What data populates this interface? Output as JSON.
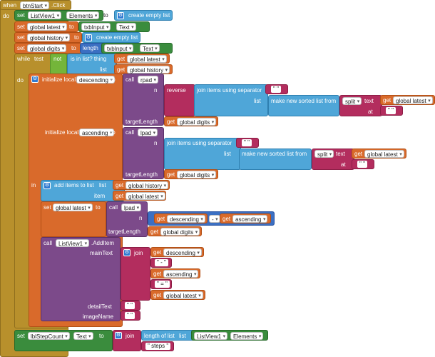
{
  "event": {
    "when": "when",
    "component": "btnStart",
    "event": ".Click",
    "do": "do"
  },
  "words": {
    "set": "set",
    "to": "to",
    "get": "get",
    "call": "call",
    "while": "while",
    "test": "test",
    "not": "not",
    "list": "list",
    "thing": "thing",
    "in": "in",
    "item": "item",
    "n": "n",
    "at": "at",
    "targetLength": "targetLength",
    "text": "text",
    "do": "do"
  },
  "labels": {
    "create_empty_list": "create empty list",
    "elements": "Elements",
    "listview1": "ListView1",
    "global_latest": "global latest",
    "global_history": "global history",
    "global_digits": "global digits",
    "txbInput": "txbInput",
    "text_prop": "Text",
    "length": "length",
    "is_in_list": "is in list? thing",
    "init_local": "initialize local",
    "descending": "descending",
    "ascending": "ascending",
    "rpad": "rpad",
    "lpad": "lpad",
    "reverse": "reverse",
    "join_sep": "join items using separator",
    "make_sorted": "make new sorted list from",
    "split": "split",
    "add_items": "add items to list",
    "add_item": ".AddItem",
    "mainText": "mainText",
    "detailText": "detailText",
    "imageName": "imageName",
    "join": "join",
    "minus": "-",
    "lblStepCount": "lblStepCount",
    "length_of_list": "length of list",
    "empty_str": "\" \"",
    "dash_str": "\" - \"",
    "eq_str": "\" = \"",
    "steps_str": "\" steps \""
  }
}
